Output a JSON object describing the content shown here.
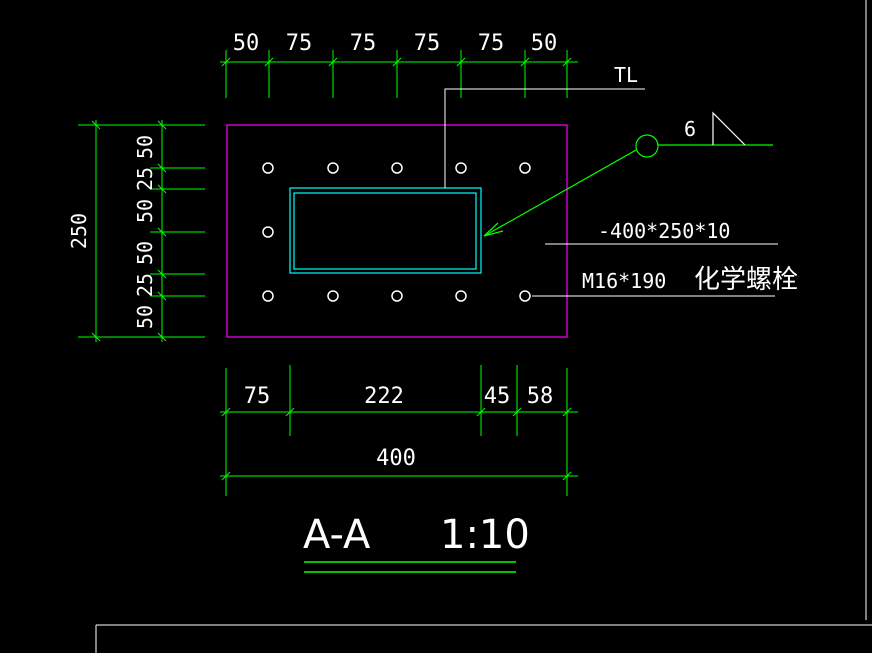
{
  "drawing": {
    "top_dims": [
      "50",
      "75",
      "75",
      "75",
      "75",
      "50"
    ],
    "left_dims": [
      "50",
      "25",
      "50",
      "50",
      "25",
      "50"
    ],
    "overall_height": "250",
    "bottom_dims": [
      "75",
      "222",
      "45",
      "58"
    ],
    "overall_width": "400",
    "tl_label": "TL",
    "weld_size": "6",
    "plate_spec": "-400*250*10",
    "bolt_spec": "M16*190",
    "bolt_name": "化学螺栓",
    "section_title": "A-A",
    "scale": "1:10"
  },
  "colors": {
    "background": "#000000",
    "dimension": "#00ff00",
    "plate": "#ff00ff",
    "member": "#00ffff",
    "text": "#ffffff"
  }
}
